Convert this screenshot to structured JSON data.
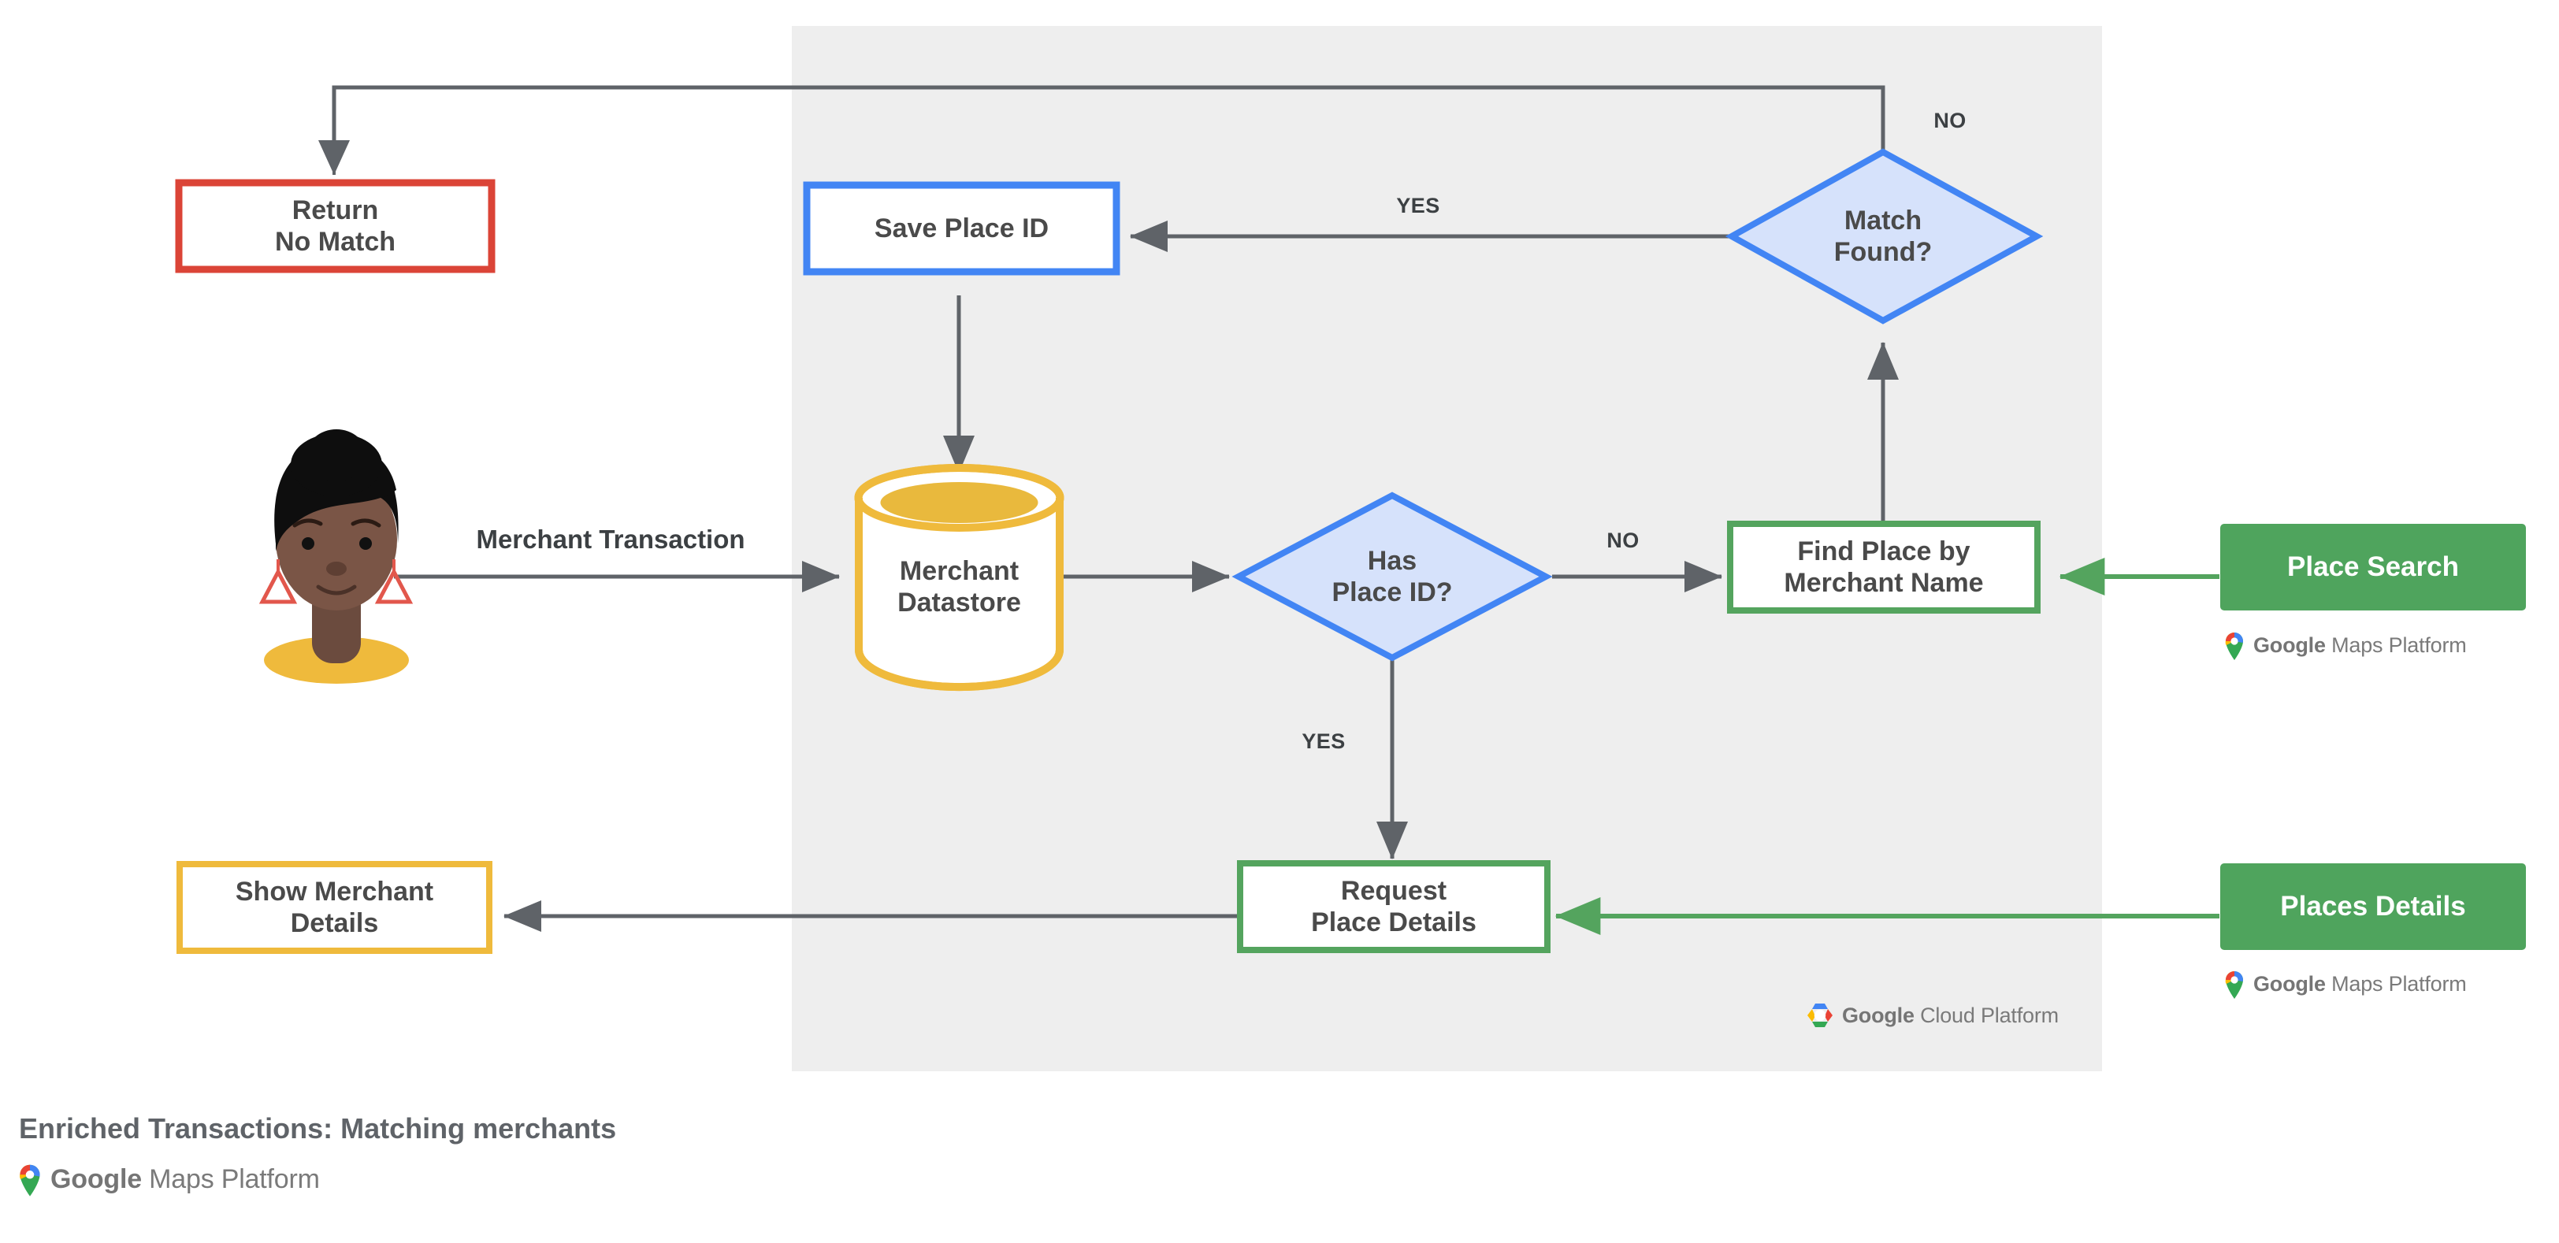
{
  "diagram": {
    "caption": "Enriched Transactions: Matching merchants",
    "container_label": "Google Cloud Platform",
    "platform_label": "Google Maps Platform",
    "brand_google": "Google",
    "brand_maps_platform": "Maps Platform",
    "brand_cloud_platform": "Cloud Platform"
  },
  "colors": {
    "red": "#DB4437",
    "blue": "#4285F4",
    "blue_fill": "#D6E2FB",
    "yellow": "#EFBA3C",
    "yellow_fill": "#E9B93D",
    "green": "#54A45E",
    "green_fill": "#4FA45D",
    "gray_panel": "#EEEEEE",
    "stroke": "#5F6368",
    "text": "#4a4a4a"
  },
  "nodes": [
    {
      "id": "return-no-match",
      "label": "Return\nNo Match",
      "shape": "rect",
      "accent": "red"
    },
    {
      "id": "save-place-id",
      "label": "Save Place ID",
      "shape": "rect",
      "accent": "blue"
    },
    {
      "id": "match-found",
      "label": "Match\nFound?",
      "shape": "diamond",
      "accent": "blue"
    },
    {
      "id": "merchant-datastore",
      "label": "Merchant\nDatastore",
      "shape": "cylinder",
      "accent": "yellow"
    },
    {
      "id": "has-place-id",
      "label": "Has\nPlace ID?",
      "shape": "diamond",
      "accent": "blue"
    },
    {
      "id": "find-place",
      "label": "Find Place by\nMerchant Name",
      "shape": "rect",
      "accent": "green"
    },
    {
      "id": "request-details",
      "label": "Request\nPlace Details",
      "shape": "rect",
      "accent": "green"
    },
    {
      "id": "show-merchant",
      "label": "Show Merchant\nDetails",
      "shape": "rect",
      "accent": "yellow"
    },
    {
      "id": "place-search",
      "label": "Place Search",
      "shape": "filled",
      "accent": "green"
    },
    {
      "id": "places-details",
      "label": "Places Details",
      "shape": "filled",
      "accent": "green"
    }
  ],
  "edges": [
    {
      "from": "user",
      "to": "merchant-datastore",
      "label": "Merchant Transaction"
    },
    {
      "from": "save-place-id",
      "to": "merchant-datastore",
      "label": ""
    },
    {
      "from": "merchant-datastore",
      "to": "has-place-id",
      "label": ""
    },
    {
      "from": "has-place-id",
      "to": "find-place",
      "label": "NO"
    },
    {
      "from": "has-place-id",
      "to": "request-details",
      "label": "YES"
    },
    {
      "from": "find-place",
      "to": "match-found",
      "label": ""
    },
    {
      "from": "match-found",
      "to": "save-place-id",
      "label": "YES"
    },
    {
      "from": "match-found",
      "to": "return-no-match",
      "label": "NO"
    },
    {
      "from": "place-search",
      "to": "find-place",
      "label": ""
    },
    {
      "from": "places-details",
      "to": "request-details",
      "label": ""
    },
    {
      "from": "request-details",
      "to": "show-merchant",
      "label": ""
    }
  ],
  "edge_labels": {
    "merchant_transaction": "Merchant Transaction",
    "no_has_place_id": "NO",
    "yes_has_place_id": "YES",
    "yes_match_found": "YES",
    "no_match_found": "NO"
  },
  "actor": {
    "name": "user-avatar",
    "description": "person illustration"
  }
}
